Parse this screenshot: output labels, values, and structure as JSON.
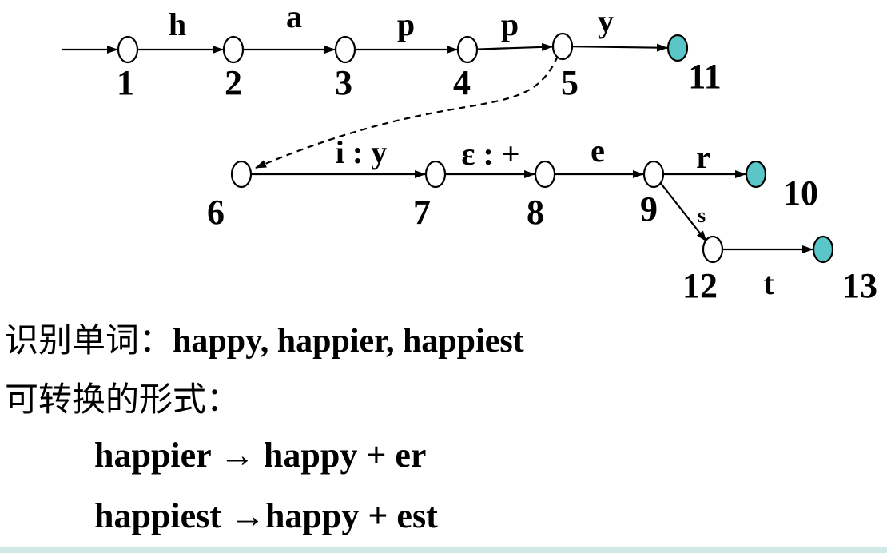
{
  "diagram": {
    "states": [
      {
        "id": "1",
        "final": false
      },
      {
        "id": "2",
        "final": false
      },
      {
        "id": "3",
        "final": false
      },
      {
        "id": "4",
        "final": false
      },
      {
        "id": "5",
        "final": false
      },
      {
        "id": "11",
        "final": true
      },
      {
        "id": "6",
        "final": false
      },
      {
        "id": "7",
        "final": false
      },
      {
        "id": "8",
        "final": false
      },
      {
        "id": "9",
        "final": false
      },
      {
        "id": "10",
        "final": true
      },
      {
        "id": "12",
        "final": false
      },
      {
        "id": "13",
        "final": true
      }
    ],
    "transitions": [
      {
        "from": "start",
        "to": "1",
        "label": ""
      },
      {
        "from": "1",
        "to": "2",
        "label": "h"
      },
      {
        "from": "2",
        "to": "3",
        "label": "a"
      },
      {
        "from": "3",
        "to": "4",
        "label": "p"
      },
      {
        "from": "4",
        "to": "5",
        "label": "p"
      },
      {
        "from": "5",
        "to": "11",
        "label": "y"
      },
      {
        "from": "5",
        "to": "6",
        "label": "",
        "style": "dashed"
      },
      {
        "from": "6",
        "to": "7",
        "label": "i : y"
      },
      {
        "from": "7",
        "to": "8",
        "label": "ε : +"
      },
      {
        "from": "8",
        "to": "9",
        "label": "e"
      },
      {
        "from": "9",
        "to": "10",
        "label": "r"
      },
      {
        "from": "9",
        "to": "12",
        "label": "s"
      },
      {
        "from": "12",
        "to": "13",
        "label": "t"
      }
    ],
    "colors": {
      "final_fill": "#5bc6c8",
      "stroke": "#000000"
    }
  },
  "caption": {
    "recognize_lead": "识别单词：",
    "recognize_words": "happy, happier, happiest",
    "forms_lead": "可转换的形式："
  },
  "forms": [
    "happier → happy + er",
    "happiest →happy + est"
  ]
}
